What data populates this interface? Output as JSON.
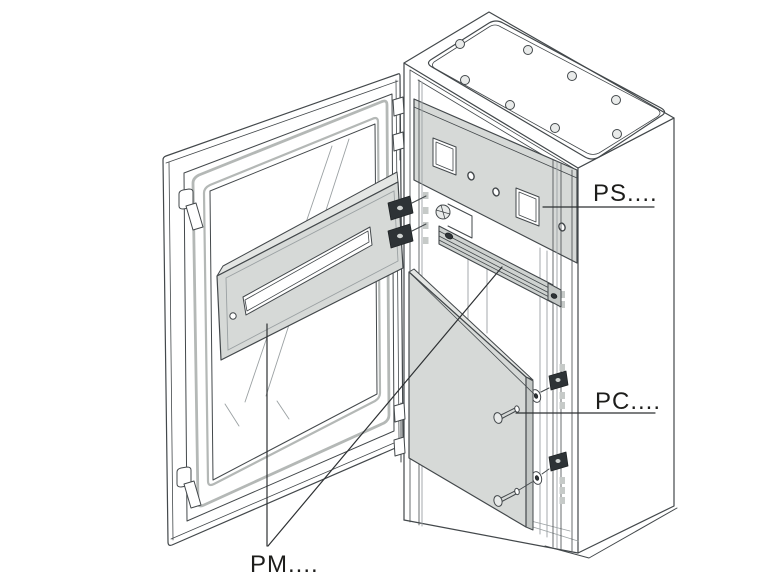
{
  "labels": {
    "ps": "PS....",
    "pc": "PC....",
    "pm": "PM...."
  },
  "colors": {
    "bg": "#ffffff",
    "line": "#43484b",
    "panel": "#d6d9d7",
    "panel-light": "#e4e6e4",
    "panel-edge": "#c3c7c5",
    "rail": "#ced2d0",
    "gasket": "#b4b8b6",
    "hw-dark": "#2e3336",
    "faint": "#9ba1a3",
    "hole": "#c6cac8",
    "screw": "#e9ebea",
    "label": "#1d1d1b"
  }
}
